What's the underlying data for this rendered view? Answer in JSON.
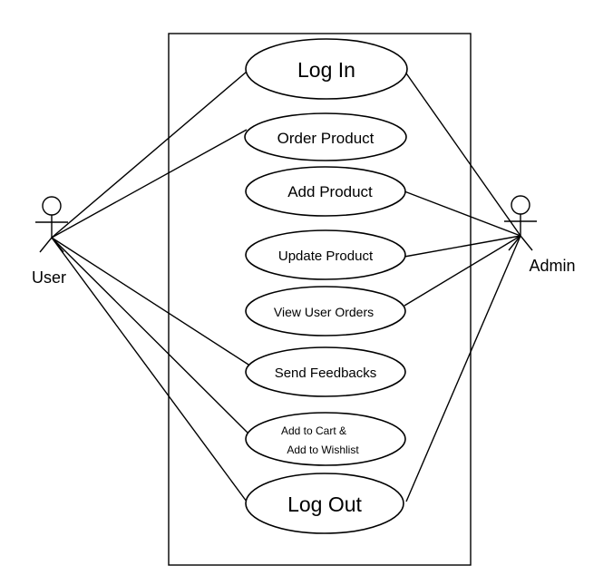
{
  "actors": {
    "user": {
      "label": "User"
    },
    "admin": {
      "label": "Admin"
    }
  },
  "use_cases": [
    {
      "id": "login",
      "label": "Log In"
    },
    {
      "id": "order-product",
      "label": "Order Product"
    },
    {
      "id": "add-product",
      "label": "Add Product"
    },
    {
      "id": "update-product",
      "label": "Update Product"
    },
    {
      "id": "view-user-orders",
      "label": "View User Orders"
    },
    {
      "id": "send-feedbacks",
      "label": "Send Feedbacks"
    },
    {
      "id": "add-to-cart-wishlist",
      "label_line1": "Add to Cart &",
      "label_line2": "Add to Wishlist"
    },
    {
      "id": "logout",
      "label": "Log Out"
    }
  ],
  "associations": [
    {
      "actor": "user",
      "use_case": "login"
    },
    {
      "actor": "user",
      "use_case": "order-product"
    },
    {
      "actor": "user",
      "use_case": "send-feedbacks"
    },
    {
      "actor": "user",
      "use_case": "add-to-cart-wishlist"
    },
    {
      "actor": "user",
      "use_case": "logout"
    },
    {
      "actor": "admin",
      "use_case": "login"
    },
    {
      "actor": "admin",
      "use_case": "add-product"
    },
    {
      "actor": "admin",
      "use_case": "update-product"
    },
    {
      "actor": "admin",
      "use_case": "view-user-orders"
    },
    {
      "actor": "admin",
      "use_case": "logout"
    }
  ]
}
